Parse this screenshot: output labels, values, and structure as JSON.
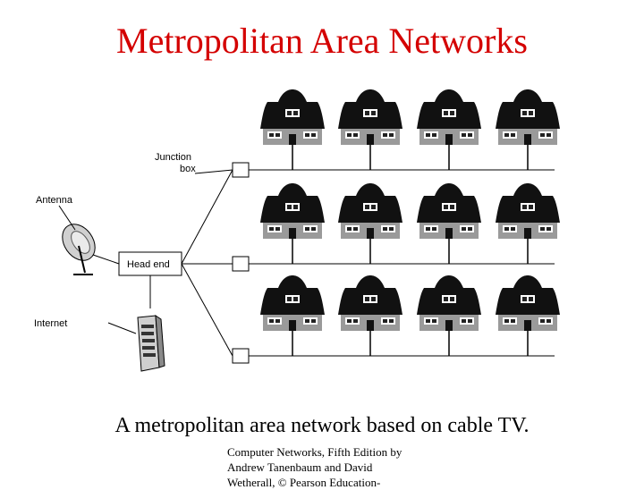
{
  "slide": {
    "title": "Metropolitan Area Networks",
    "caption": "A metropolitan area network based on cable TV.",
    "credit_lines": [
      "Computer Networks, Fifth Edition by",
      "Andrew Tanenbaum and David",
      "Wetherall, © Pearson Education-"
    ]
  },
  "diagram": {
    "labels": {
      "junction_line1": "Junction",
      "junction_line2": "box",
      "antenna": "Antenna",
      "head_end": "Head end",
      "internet": "Internet"
    },
    "rows": 3,
    "houses_per_row": 4
  }
}
